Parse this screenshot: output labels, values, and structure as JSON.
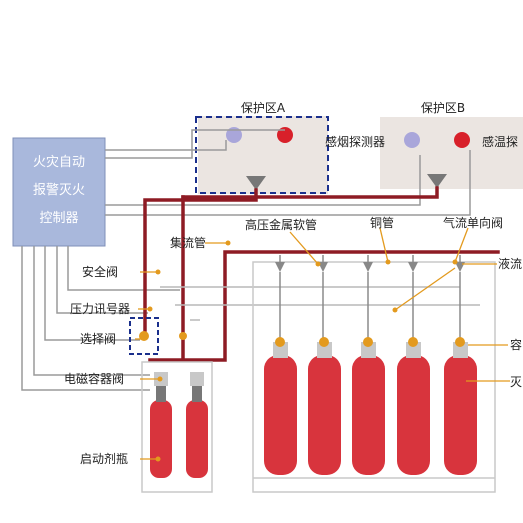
{
  "controller": {
    "lines": [
      "火灾自动",
      "报警灭火",
      "控制器"
    ]
  },
  "zones": {
    "a": "保护区A",
    "b": "保护区B"
  },
  "labels": {
    "smoke_detector": "感烟探测器",
    "heat_detector": "感温探",
    "high_pressure_hose": "高压金属软管",
    "copper_pipe": "铜管",
    "check_valve": "气流单向阀",
    "manifold": "集流管",
    "safety_valve": "安全阀",
    "pressure_switch": "压力讯号器",
    "selector_valve": "选择阀",
    "solenoid_valve": "电磁容器阀",
    "starter_bottle": "启动剂瓶",
    "liquid_flow": "液流",
    "container": "容",
    "extinguishing": "灭"
  },
  "colors": {
    "pipe_red": "#8e1b24",
    "cylinder_red": "#d8343d",
    "zone_fill": "#ebe5e1",
    "controller_fill": "#a9b8dc",
    "dashed_blue": "#1a2f8c",
    "wire_gray": "#9a9a9a",
    "valve_orange": "#e39a1e"
  }
}
